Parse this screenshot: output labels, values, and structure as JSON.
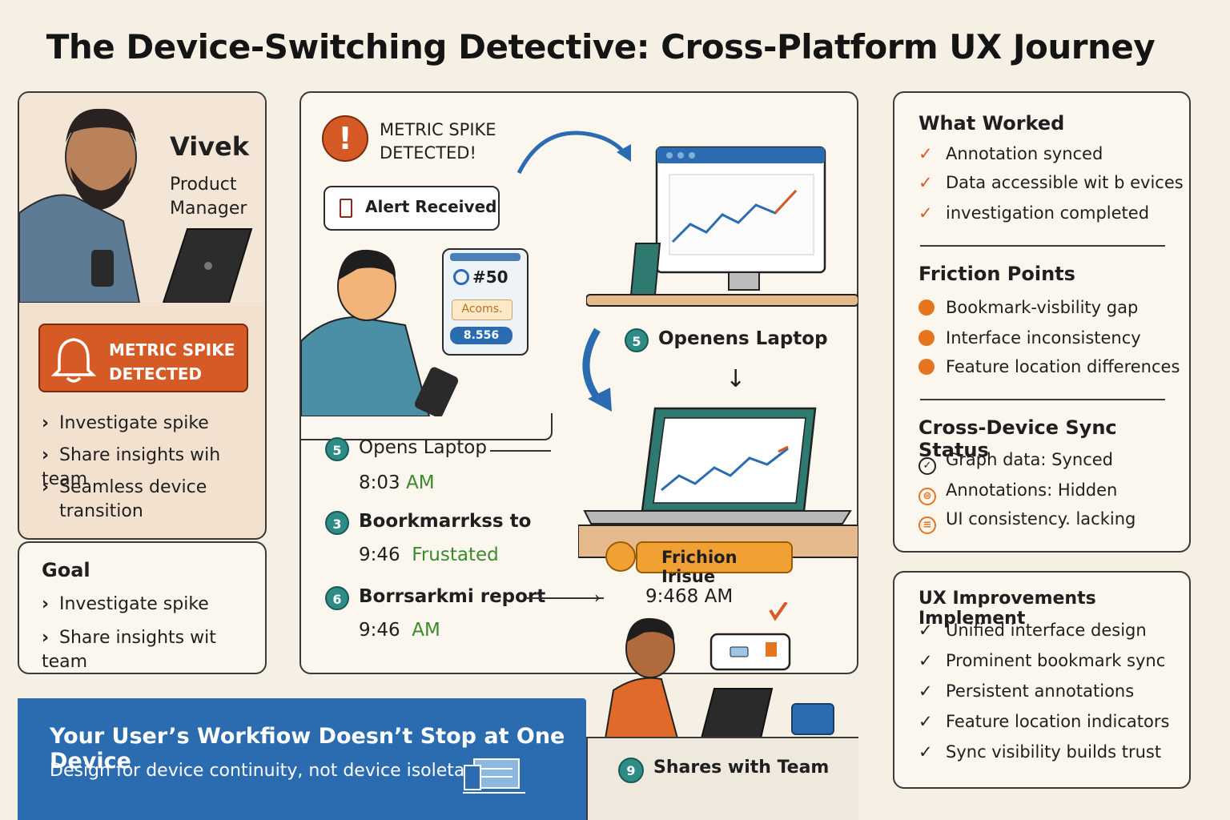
{
  "title": "The Device-Switching Detective: Cross-Platform UX Journey",
  "persona": {
    "name": "Vivek",
    "role_line1": "Product",
    "role_line2": "Manager",
    "alert_line1": "METRIC SPIKE",
    "alert_line2": "DETECTED",
    "tasks": [
      "Investigate spike",
      "Share insights wih team",
      "Seamless device",
      "transition"
    ]
  },
  "goal": {
    "title": "Goal",
    "items": [
      "Investigate spike",
      "Share insights wit team"
    ]
  },
  "center": {
    "spike_line1": "METRIC SPIKE",
    "spike_line2": "DETECTED!",
    "alert_bubble": "Alert Received",
    "phone": {
      "badge": "#50",
      "label": "Acoms.",
      "value": "8.556"
    },
    "step_openens": {
      "num": "5",
      "label": "Openens Laptop"
    },
    "steps": [
      {
        "num": "5",
        "label": "Opens Laptop",
        "time": "8:03",
        "suffix": "AM"
      },
      {
        "num": "3",
        "label": "Boorkmarrkss to",
        "time": "9:46",
        "suffix": "Frustated"
      },
      {
        "num": "6",
        "label": "Borrsarkmi report",
        "time": "9:46",
        "suffix": "AM"
      }
    ],
    "arrow_time": "9:468  AM",
    "friction_tag": "Frichion Irisue",
    "shares": {
      "num": "9",
      "label": "Shares with Team"
    }
  },
  "what_worked": {
    "title": "What Worked",
    "items": [
      "Annotation synced",
      "Data accessible wit b evices",
      "investigation completed"
    ]
  },
  "friction_points": {
    "title": "Friction Points",
    "items": [
      "Bookmark-visbility gap",
      "Interface inconsistency",
      "Feature location differences"
    ]
  },
  "sync_status": {
    "title": "Cross-Device Sync Status",
    "items": [
      "Graph data: Synced",
      "Annotations: Hidden",
      "UI consistency. lacking"
    ]
  },
  "improvements": {
    "title": "UX Improvements Implement",
    "items": [
      "Unified interface design",
      "Prominent bookmark sync",
      "Persistent annotations",
      "Feature location indicators",
      "Sync visibility builds trust"
    ]
  },
  "banner": {
    "headline": "Your User’s Workfiow Doesn’t Stop at One Device",
    "sub": "Design for device continuity, not device isoletan"
  },
  "colors": {
    "accent_orange": "#d65a25",
    "teal": "#2f8b86",
    "banner_blue": "#2b6cb0",
    "background": "#f6efe4"
  }
}
